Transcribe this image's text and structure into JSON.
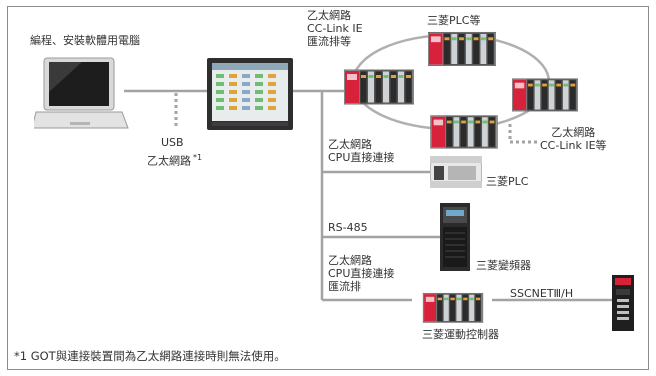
{
  "labels": {
    "pc": "編程、安裝軟體用電腦",
    "usb_line1": "USB",
    "usb_line2": "乙太網路",
    "usb_note": "*1",
    "net_top": "乙太網路\nCC-Link IE\n匯流排等",
    "plc_top": "三菱PLC等",
    "ring_bottom": "乙太網路\nCC-Link IE等",
    "cpu_direct": "乙太網路\nCPU直接連接",
    "plc_mid": "三菱PLC",
    "rs485": "RS-485",
    "inverter": "三菱變頻器",
    "bus_group": "乙太網路\nCPU直接連接\n匯流排",
    "sscnet": "SSCNETⅢ/H",
    "motion": "三菱運動控制器",
    "footnote": "*1 GOT與連接裝置間為乙太網路連接時則無法使用。"
  },
  "colors": {
    "line": "#a3a3a3",
    "ring": "#b0b0b0",
    "plc_red": "#d8213a",
    "plc_dark": "#2b2b2b",
    "plc_gray": "#cfd3d6"
  }
}
